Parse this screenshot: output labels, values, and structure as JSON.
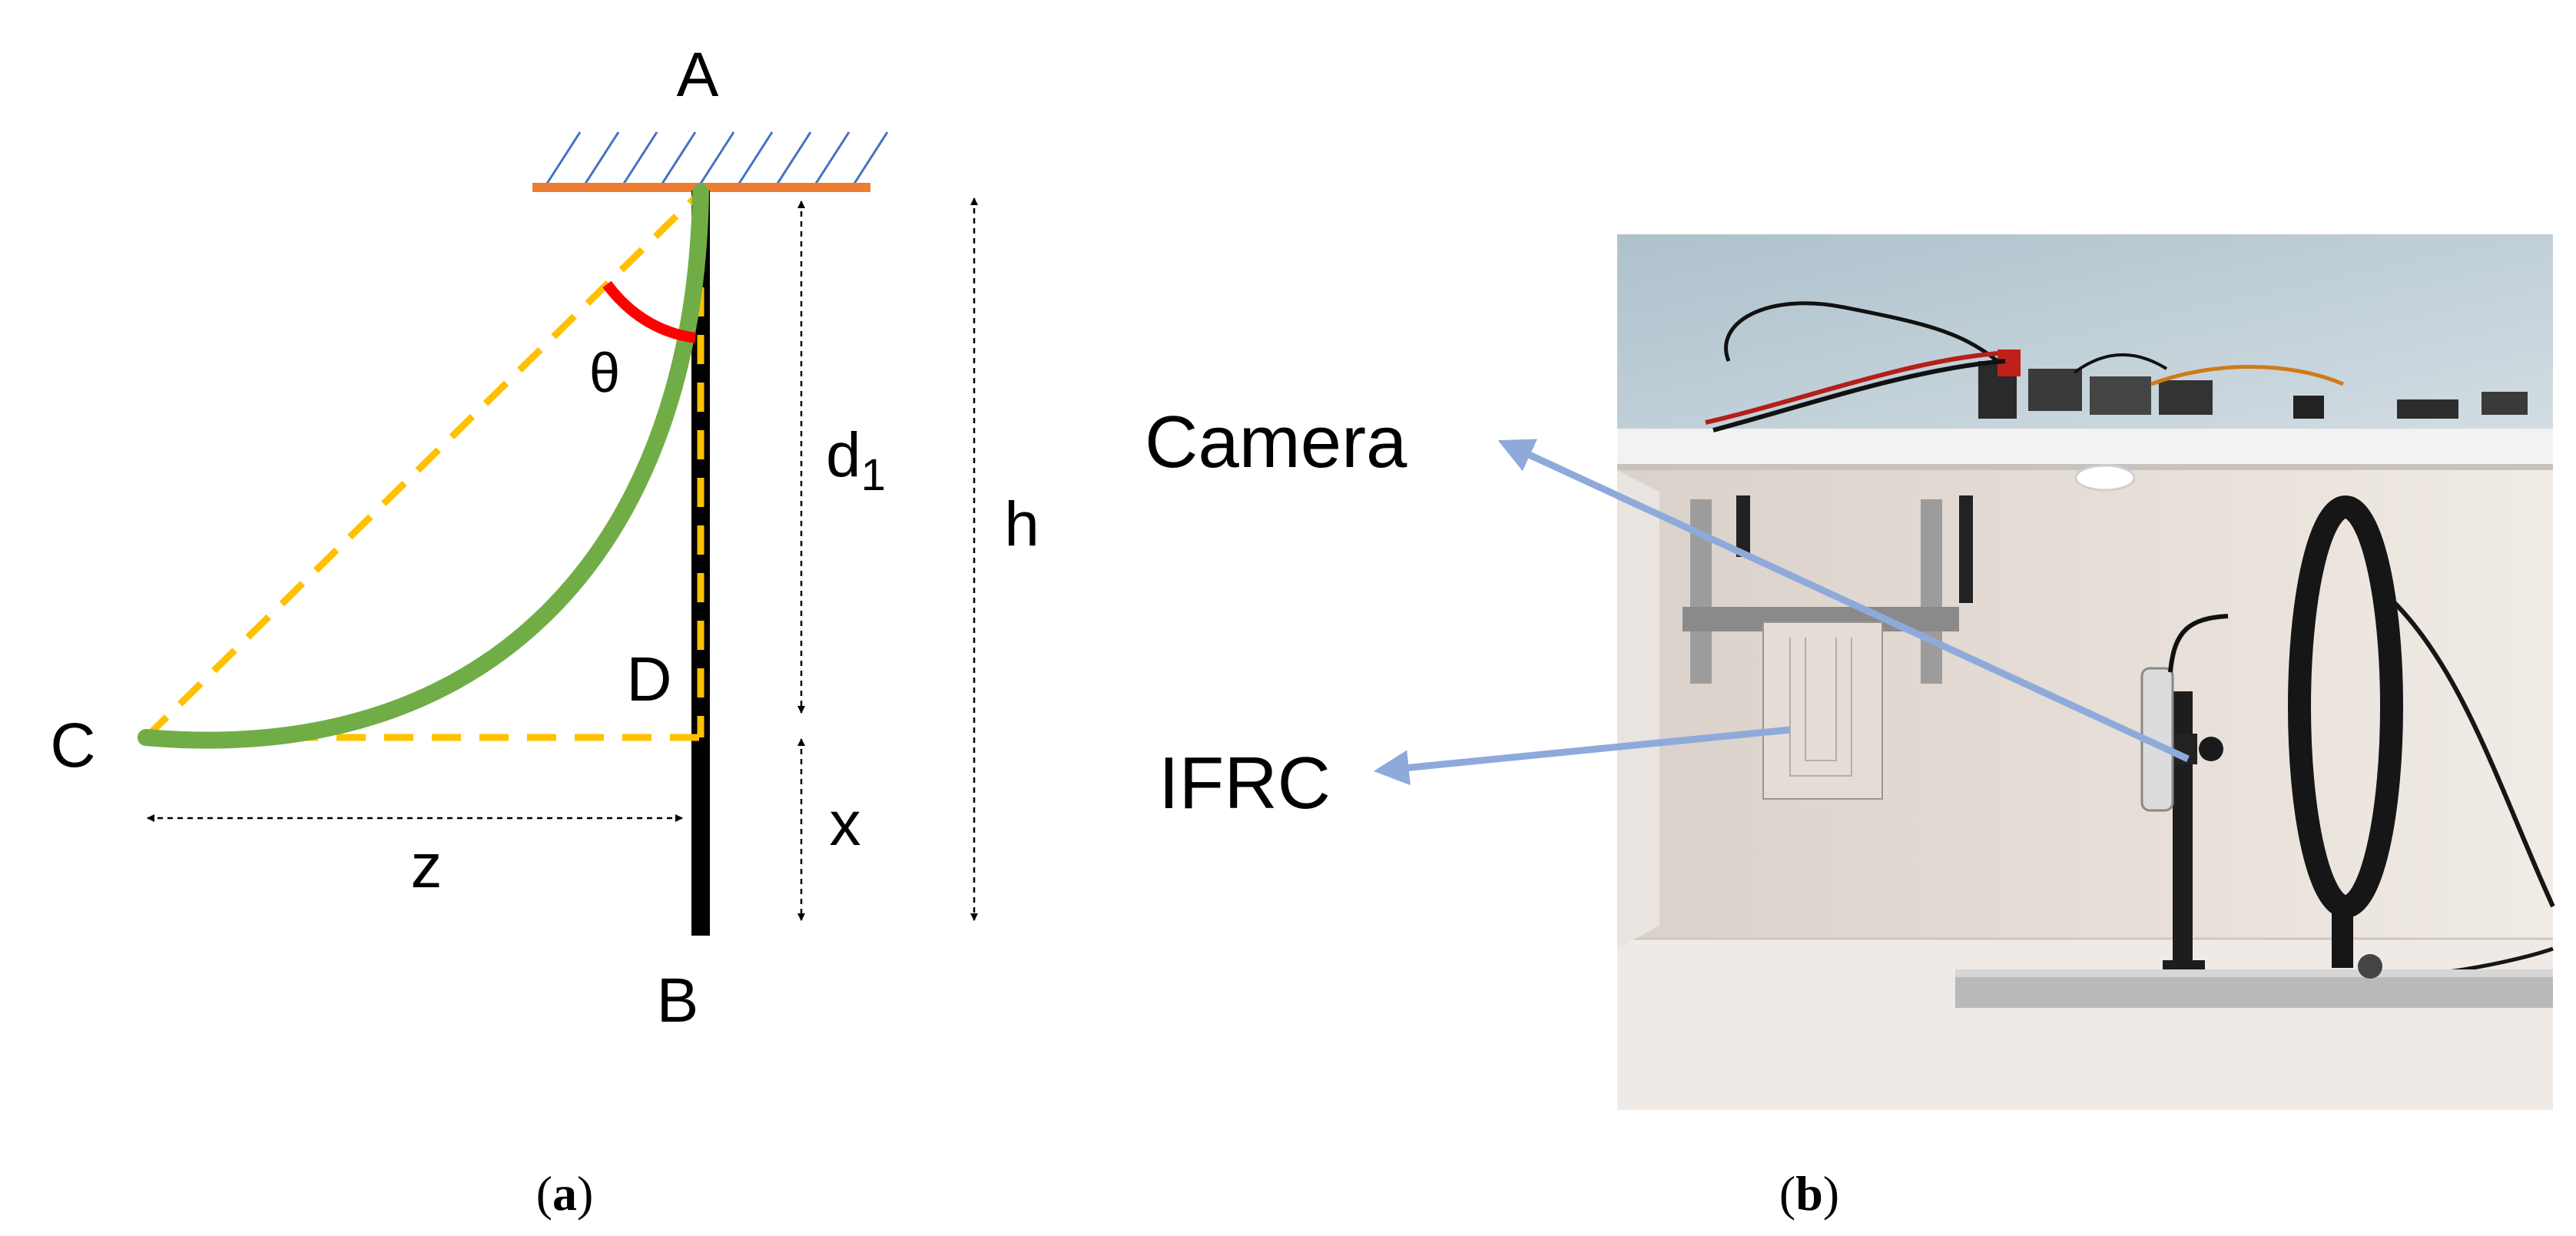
{
  "panel_a": {
    "point_labels": {
      "A": "A",
      "B": "B",
      "C": "C",
      "D": "D"
    },
    "angle_label": "θ",
    "dimension_labels": {
      "d": "d",
      "d_subscript": "1",
      "h": "h",
      "x": "x",
      "z": "z"
    },
    "colors": {
      "wall_bar": "#ed7d31",
      "wall_hatch": "#4472c4",
      "beam": "#000000",
      "curve": "#70ad47",
      "dashed": "#ffc000",
      "angle_arc": "#ff0000"
    }
  },
  "panel_b": {
    "labels": {
      "camera": "Camera",
      "ifrc": "IFRC"
    },
    "arrow_color": "#8eaadb"
  },
  "captions": {
    "a": "a",
    "b": "b"
  }
}
